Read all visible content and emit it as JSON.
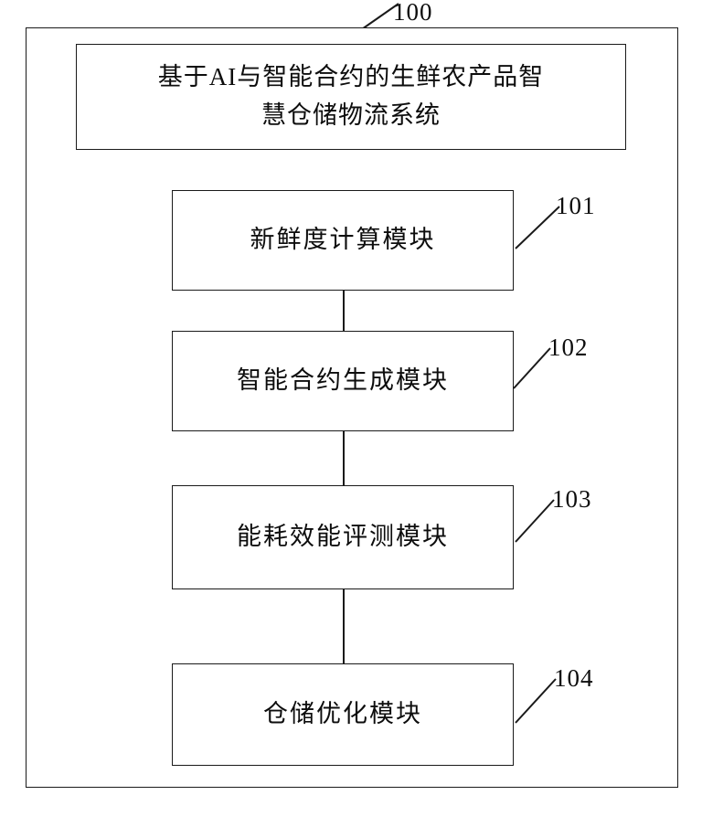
{
  "figure": {
    "type": "patent-system-block-diagram",
    "system": {
      "ref": "100",
      "title": "基于AI与智能合约的生鲜农产品智\n慧仓储物流系统"
    },
    "modules": [
      {
        "ref": "101",
        "label": "新鲜度计算模块"
      },
      {
        "ref": "102",
        "label": "智能合约生成模块"
      },
      {
        "ref": "103",
        "label": "能耗效能评测模块"
      },
      {
        "ref": "104",
        "label": "仓储优化模块"
      }
    ],
    "colors": {
      "line": "#1a1a1a",
      "text": "#0d0d0d",
      "background": "#ffffff"
    }
  }
}
